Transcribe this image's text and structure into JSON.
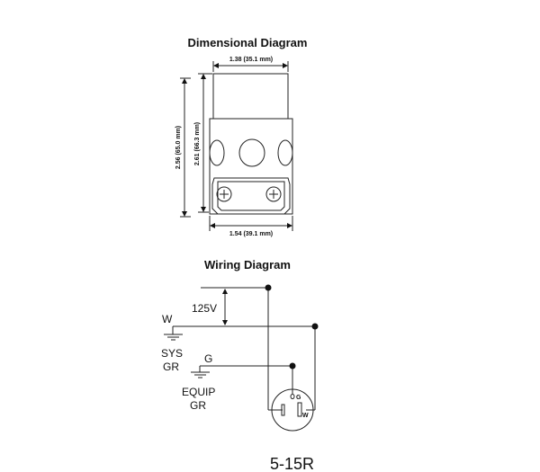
{
  "dimensional": {
    "title": "Dimensional Diagram",
    "width_top": "1.38 (35.1 mm)",
    "width_bottom": "1.54 (39.1 mm)",
    "height_outer": "2.56 (65.0 mm)",
    "height_inner": "2.61 (66.3 mm)"
  },
  "wiring": {
    "title": "Wiring Diagram",
    "voltage": "125V",
    "w_label": "W",
    "sys_label_1": "SYS",
    "sys_label_2": "GR",
    "g_label": "G",
    "equip_label_1": "EQUIP",
    "equip_label_2": "GR",
    "receptacle_g": "G",
    "receptacle_w": "W",
    "model": "5-15R"
  }
}
